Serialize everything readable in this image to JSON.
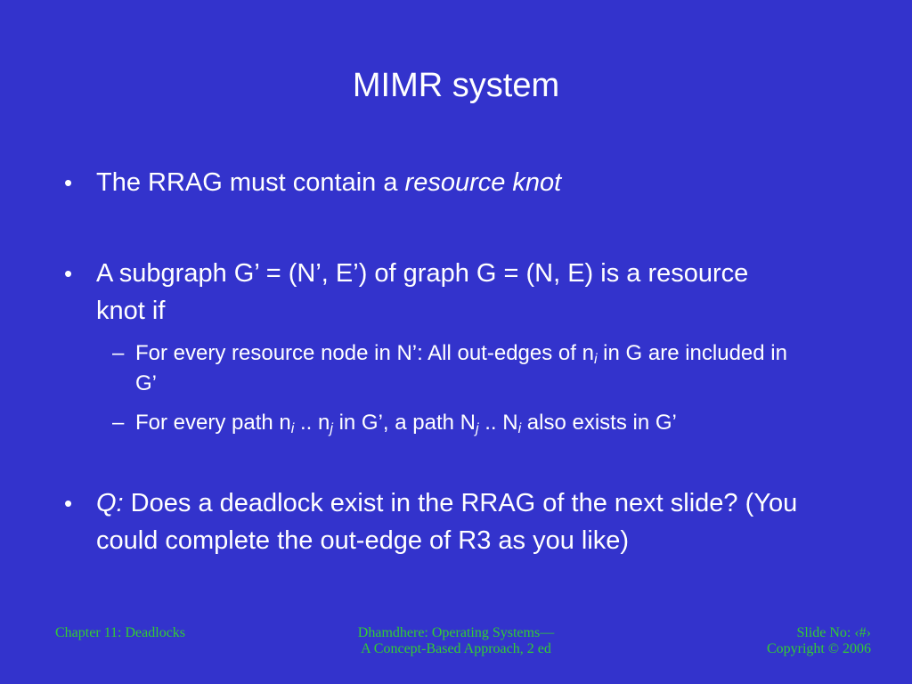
{
  "slide": {
    "title": "MIMR system",
    "bullet_symbol": "•",
    "dash_symbol": "–",
    "bullets": [
      {
        "prefix": "The RRAG must contain a ",
        "emphasis": "resource knot"
      },
      {
        "text": "A subgraph G’ = (N’, E’) of graph G =  (N, E) is a resource knot if",
        "sub_bullets": [
          {
            "prefix": "For every resource node in N’: All out-edges of n",
            "sub": "i",
            "suffix": " in G are included in G’"
          },
          {
            "part1": "For every path n",
            "sub1": "i",
            "part2": " .. n",
            "sub2": "j",
            "part3": "  in G’, a path N",
            "sub3": "j",
            "part4": " .. N",
            "sub4": "i",
            "part5": " also exists in G’"
          }
        ]
      },
      {
        "label": "Q:",
        "text": " Does a deadlock exist in the RRAG of the next slide? (You could complete the out-edge of R3 as you like)"
      }
    ]
  },
  "footer": {
    "left": "Chapter  11: Deadlocks",
    "center_line1": "Dhamdhere: Operating Systems—",
    "center_line2": "A Concept-Based Approach, 2 ed",
    "right_line1": "Slide No: ‹#›",
    "right_line2": "Copyright © 2006"
  }
}
